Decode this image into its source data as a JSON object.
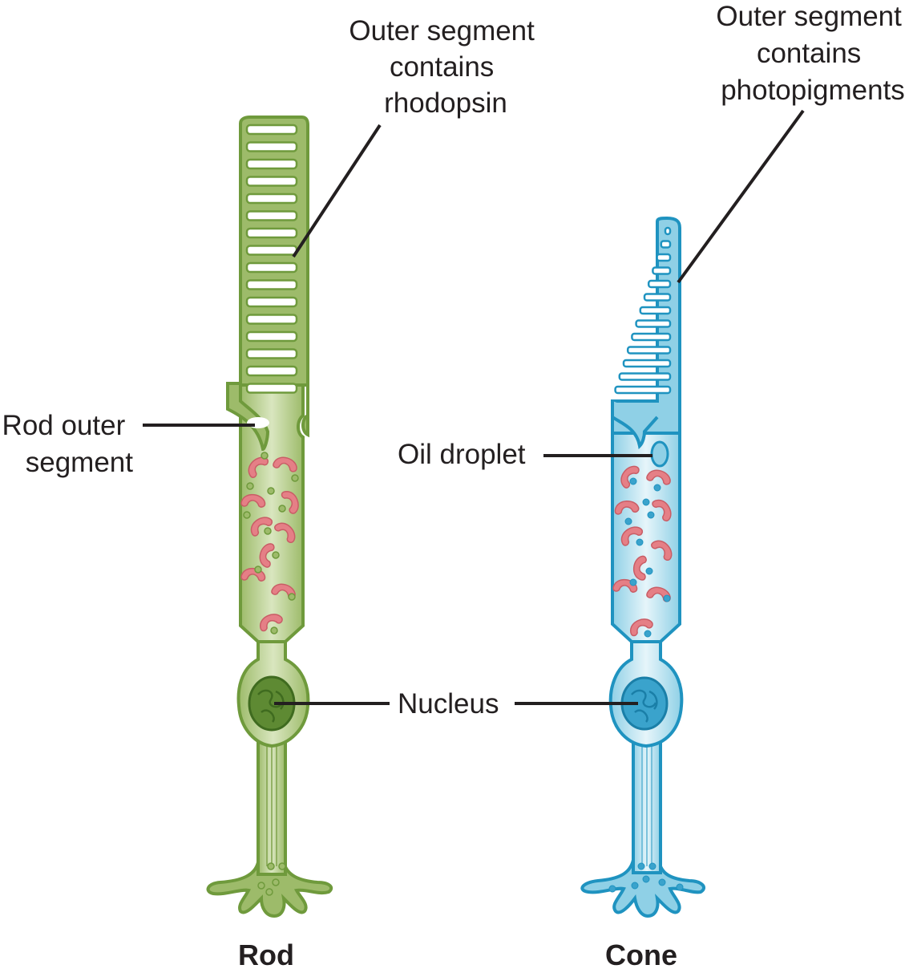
{
  "colors": {
    "rod_fill": "#9dbb6a",
    "rod_stroke": "#6f9a3c",
    "rod_light": "#d9e6bf",
    "cone_fill": "#8fd0e6",
    "cone_stroke": "#1f93c0",
    "cone_light": "#dff1f8",
    "mitochondria": "#e57f86",
    "mitochondria_stroke": "#c95d66",
    "leader_line": "#231f20"
  },
  "labels": {
    "rod_outer_segment_rhodopsin": [
      "Outer segment",
      "contains",
      "rhodopsin"
    ],
    "cone_outer_segment_photopigments": [
      "Outer segment",
      "contains",
      "photopigments"
    ],
    "rod_outer_segment_side": [
      "Rod outer",
      "segment"
    ],
    "oil_droplet": "Oil droplet",
    "nucleus": "Nucleus",
    "rod": "Rod",
    "cone": "Cone"
  }
}
